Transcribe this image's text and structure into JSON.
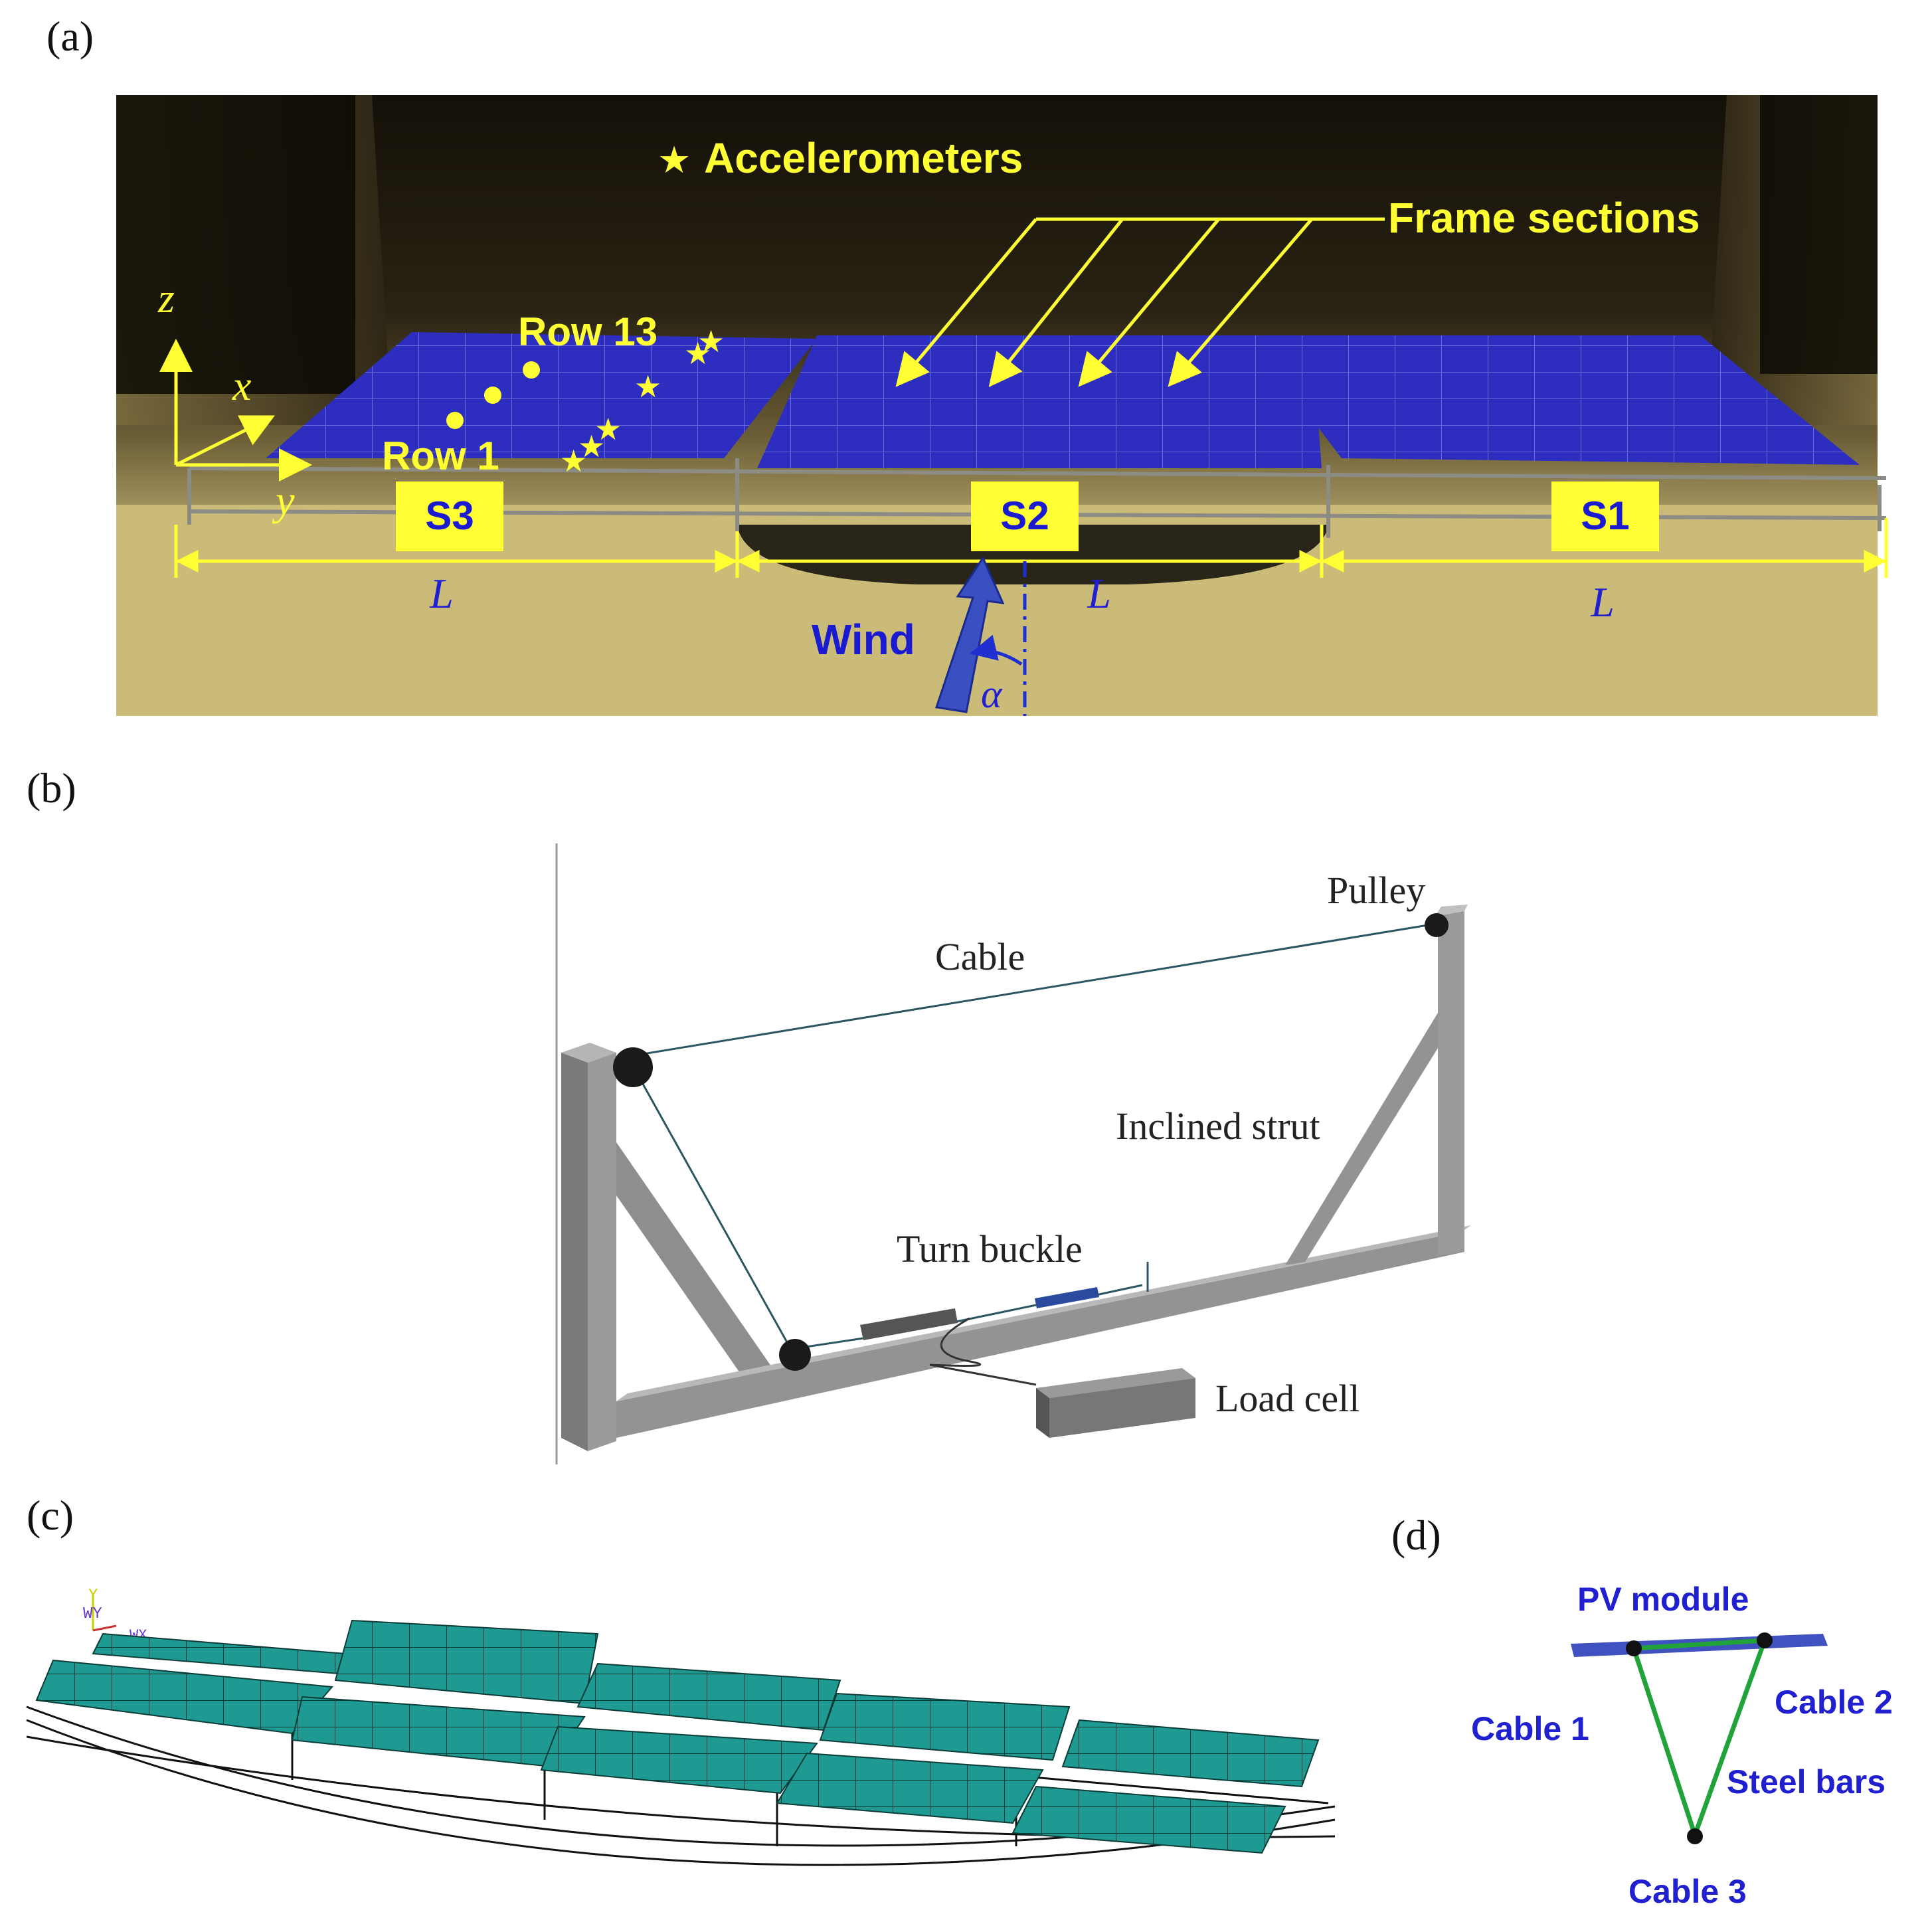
{
  "panels": {
    "a": "(a)",
    "b": "(b)",
    "c": "(c)",
    "d": "(d)"
  },
  "photo": {
    "legend_symbol": "★",
    "legend": "Accelerometers",
    "frame_sections": "Frame sections",
    "row_top": "Row 13",
    "row_bottom": "Row 1",
    "axis_z": "z",
    "axis_x": "x",
    "axis_y": "y",
    "sections": [
      "S3",
      "S2",
      "S1"
    ],
    "span": "L",
    "wind": "Wind",
    "angle": "α",
    "colors": {
      "annotation": "#ffff33",
      "section_text": "#1a1ad0",
      "panels": "#2b2bb8",
      "wind_arrow": "#3a4fc0"
    }
  },
  "schematic": {
    "pulley": "Pulley",
    "cable": "Cable",
    "inclined_strut": "Inclined strut",
    "turn_buckle": "Turn buckle",
    "load_cell": "Load cell",
    "colors": {
      "frame": "#8a8a8a",
      "cable": "#2b5560",
      "buckle": "#2a4aa0"
    }
  },
  "fe_model": {
    "triad_y": "Y",
    "triad_wy": "WY",
    "triad_wx": "WX",
    "colors": {
      "modules": "#1e9a93"
    }
  },
  "cross_section": {
    "pv_module": "PV module",
    "cable1": "Cable 1",
    "cable2": "Cable 2",
    "cable3": "Cable 3",
    "steel_bars": "Steel bars",
    "colors": {
      "module": "#3f52c0",
      "bars": "#22a33a",
      "text": "#2020d0"
    }
  }
}
